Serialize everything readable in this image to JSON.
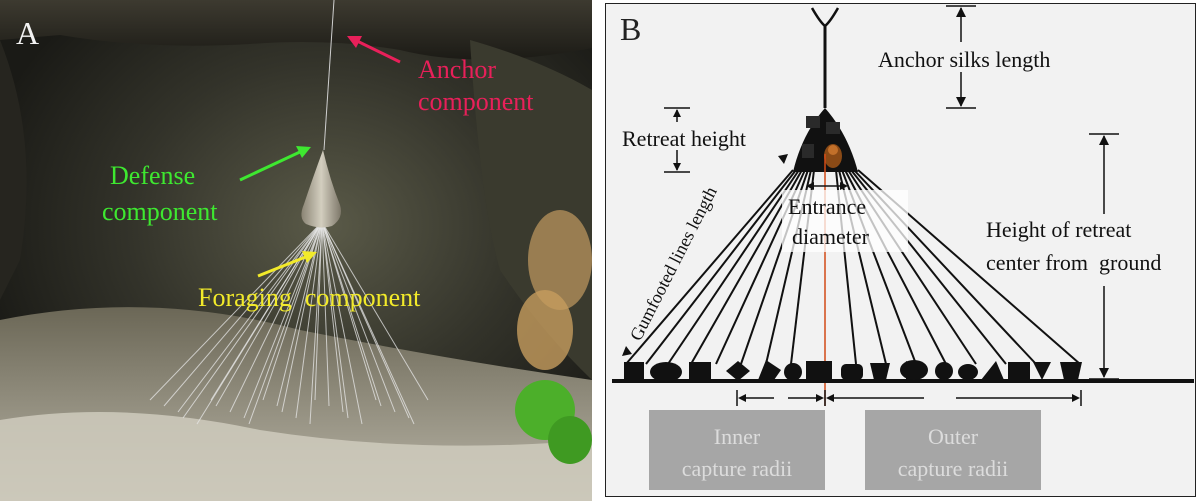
{
  "panel_a": {
    "letter": "A",
    "labels": {
      "anchor_1": "Anchor",
      "anchor_2": "component",
      "defense_1": "Defense",
      "defense_2": "component",
      "foraging": "Foraging  component"
    },
    "colors": {
      "anchor": "#e8205a",
      "defense": "#3ee830",
      "foraging": "#f2ea2a"
    }
  },
  "panel_b": {
    "letter": "B",
    "labels": {
      "anchor_silks_length": "Anchor silks length",
      "retreat_height": "Retreat height",
      "entrance_1": "Entrance",
      "entrance_2": "diameter",
      "height_center_1": "Height of retreat",
      "height_center_2": "center from  ground",
      "gumfooted": "Gumfooted lines length",
      "inner_1": "Inner",
      "inner_2": "capture radii",
      "outer_1": "Outer",
      "outer_2": "capture radii"
    }
  }
}
